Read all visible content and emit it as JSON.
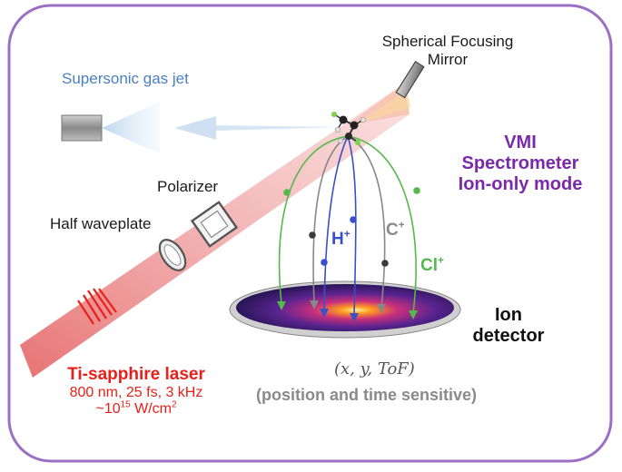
{
  "labels": {
    "mirror_line1": "Spherical Focusing",
    "mirror_line2": "Mirror",
    "gas_jet": "Supersonic gas jet",
    "polarizer": "Polarizer",
    "waveplate": "Half waveplate",
    "vmi_line1": "VMI",
    "vmi_line2": "Spectrometer",
    "vmi_line3": "Ion-only mode",
    "detector_line1": "Ion",
    "detector_line2": "detector",
    "coordinates": "(x, y, ToF)",
    "sensitivity": "(position and time sensitive)",
    "laser_title": "Ti-sapphire laser",
    "laser_params": "800 nm, 25 fs, 3 kHz",
    "intensity_prefix": "~10",
    "intensity_exponent": "15",
    "intensity_unit": " W/cm",
    "intensity_unit_exponent": "2"
  },
  "ions": {
    "h": {
      "symbol": "H",
      "charge": "+"
    },
    "c": {
      "symbol": "C",
      "charge": "+"
    },
    "cl": {
      "symbol": "Cl",
      "charge": "+"
    }
  },
  "colors": {
    "frame": "#9b6fc4",
    "laser": "#e8201a",
    "vmi": "#7a2aa8",
    "gas_jet": "#4a7fc0",
    "ion_h": "#3a4fc8",
    "ion_c": "#8a8a8a",
    "ion_cl": "#55b84a"
  }
}
